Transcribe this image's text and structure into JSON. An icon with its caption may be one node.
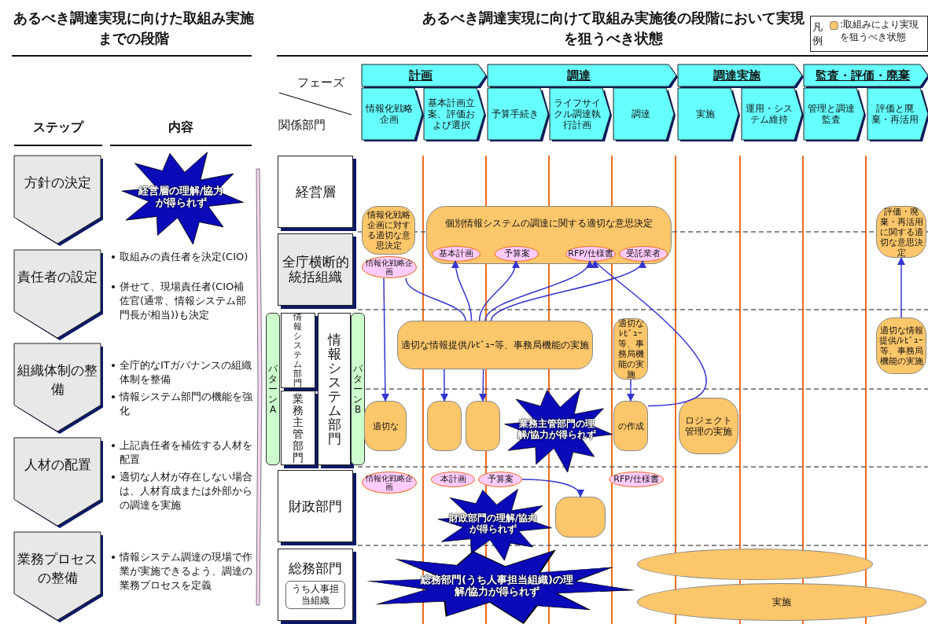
{
  "diagram": {
    "nodes": [
      {
        "text": [
          "方針の決定"
        ]
      },
      {
        "text": [
          "責任者の設定"
        ]
      },
      {
        "text": [
          "組織体制の整備"
        ]
      },
      {
        "text": [
          "人材の配置"
        ]
      },
      {
        "text": [
          "業務プロセスの整備"
        ]
      },
      {
        "text": [
          "計画"
        ]
      },
      {
        "text": [
          "調達"
        ]
      },
      {
        "text": [
          "調達実施"
        ]
      },
      {
        "text": [
          "監査・評価・廃棄"
        ]
      },
      {
        "text": [
          "情報化戦略企画"
        ]
      },
      {
        "text": [
          "基本計画立案、評価および選択"
        ]
      },
      {
        "text": [
          "予算手続き"
        ]
      },
      {
        "text": [
          "ライフサイクル調達執行計画"
        ]
      },
      {
        "text": [
          "調達"
        ]
      },
      {
        "text": [
          "実施"
        ]
      },
      {
        "text": [
          "運用・システム維持"
        ]
      },
      {
        "text": [
          "管理と調達監査"
        ]
      },
      {
        "text": [
          "評価と廃棄・再活用"
        ]
      },
      {
        "text": [
          "経営層"
        ]
      },
      {
        "text": [
          "全庁横断的統括組織"
        ]
      },
      {
        "text": [
          "パターンA"
        ]
      },
      {
        "text": [
          "情報システム部門"
        ]
      },
      {
        "text": [
          "業務主管部門"
        ]
      },
      {
        "text": [
          "情報システム部門"
        ]
      },
      {
        "text": [
          "パターンB"
        ]
      },
      {
        "text": [
          "財政部門"
        ]
      },
      {
        "text": [
          "総務部門",
          "うち人事担当組織"
        ]
      },
      {
        "text": [
          "情報化戦略企画に対する適切な意思決定"
        ]
      },
      {
        "text": [
          "個別情報システムの調達に関する適切な意思決定"
        ]
      },
      {
        "text": [
          "基本計画"
        ],
        "in": 28
      },
      {
        "text": [
          "予算案"
        ],
        "in": 28
      },
      {
        "text": [
          "RFP/仕様書"
        ],
        "in": 28
      },
      {
        "text": [
          "受託業者"
        ],
        "in": 28
      },
      {
        "text": [
          "情報化戦略企画"
        ]
      },
      {
        "text": [
          "評価・廃棄・再活用に関する適切な意思決定"
        ]
      },
      {
        "text": [
          "適切な情報提供/ﾚﾋﾞｭｰ等、事務局機能の実施"
        ]
      },
      {
        "text": [
          "適切なﾚﾋﾞｭｰ等、事務局機能の実施"
        ]
      },
      {
        "text": [
          "適切な情報提供/ﾚﾋﾞｭｰ等、事務局機能の実施"
        ]
      },
      {
        "text": [
          "適切な"
        ]
      },
      {
        "text": [],
        "shape": "box"
      },
      {
        "text": [],
        "shape": "box"
      },
      {
        "text": [
          "の作成"
        ]
      },
      {
        "text": [
          "ロジェクト管理の実施"
        ]
      },
      {
        "text": [
          "情報化戦略企画"
        ]
      },
      {
        "text": [
          "本計画"
        ]
      },
      {
        "text": [
          "予算案"
        ]
      },
      {
        "text": [
          "RFP/仕様書"
        ]
      },
      {
        "text": [],
        "shape": "box"
      },
      {
        "text": [],
        "shape": "ellipse"
      },
      {
        "text": [
          "実施"
        ]
      },
      {
        "text": [
          "経営層の理解/協力が得られず"
        ]
      },
      {
        "text": [
          "業務主管部門の理解/協力が得られず"
        ]
      },
      {
        "text": [
          "財政部門の理解/協力が得られず"
        ]
      },
      {
        "text": [
          "総務部門(うち人事担当組織)の理解/協力が得られず"
        ]
      }
    ],
    "edges": [
      {
        "from": 35,
        "to": 29,
        "arrow": "to"
      },
      {
        "from": 35,
        "to": 30,
        "arrow": "to"
      },
      {
        "from": 35,
        "to": 31,
        "arrow": "to"
      },
      {
        "from": 35,
        "to": 32,
        "arrow": "to"
      },
      {
        "from": 33,
        "to": 35,
        "arrow": "none"
      },
      {
        "from": 33,
        "to": 38,
        "arrow": "to"
      },
      {
        "from": 35,
        "to": 39,
        "arrow": "to"
      },
      {
        "from": 35,
        "to": 40,
        "arrow": "to"
      },
      {
        "from": 41,
        "to": 31,
        "arrow": "to"
      },
      {
        "from": 36,
        "to": 41,
        "arrow": "to"
      },
      {
        "from": 37,
        "to": 34,
        "arrow": "to"
      },
      {
        "from": 45,
        "to": 47,
        "arrow": "to"
      }
    ],
    "labels": [
      "あるべき調達実現に向けた取組み実施までの段階",
      "あるべき調達実現に向けて取組み実施後の段階において実現を狙うべき状態",
      "凡例",
      "ステップ",
      "内容",
      "フェーズ",
      "関係部門",
      "取組みの責任者を決定(CIO)",
      "併せて、現場責任者(CIO補佐官(通常、情報システム部門長が相当))も決定",
      "全庁的なITガバナンスの組織体制を整備",
      "情報システム部門の機能を強化",
      "上記責任者を補佐する人材を配置",
      "適切な人材が存在しない場合は、人材育成または外部からの調達を実施",
      "情報システム調達の現場で作業が実施できるよう、調達の業務プロセスを定義"
    ],
    "legend": [
      {
        "text": ":取組みにより実現を狙うべき状態",
        "color": "#fcc66a"
      }
    ]
  }
}
